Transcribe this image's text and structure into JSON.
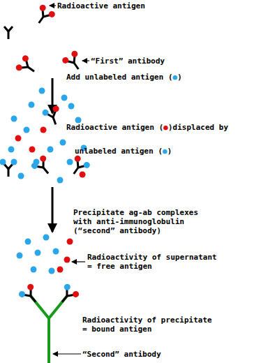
{
  "diagram": {
    "labels": [
      "Radioactive antigen",
      "“First” antibody",
      "Add unlabeled antigen (●)",
      "Radioactive antigen (●)displaced by",
      "unlabeled antigen (●)",
      "Precipitate ag-ab complexes with anti-immunoglobulin (“second” antibody)",
      "Radioactivity of supernatant = free antigen",
      "Radioactivity of precipitate = bound antigen",
      "“Second” antibody"
    ]
  }
}
